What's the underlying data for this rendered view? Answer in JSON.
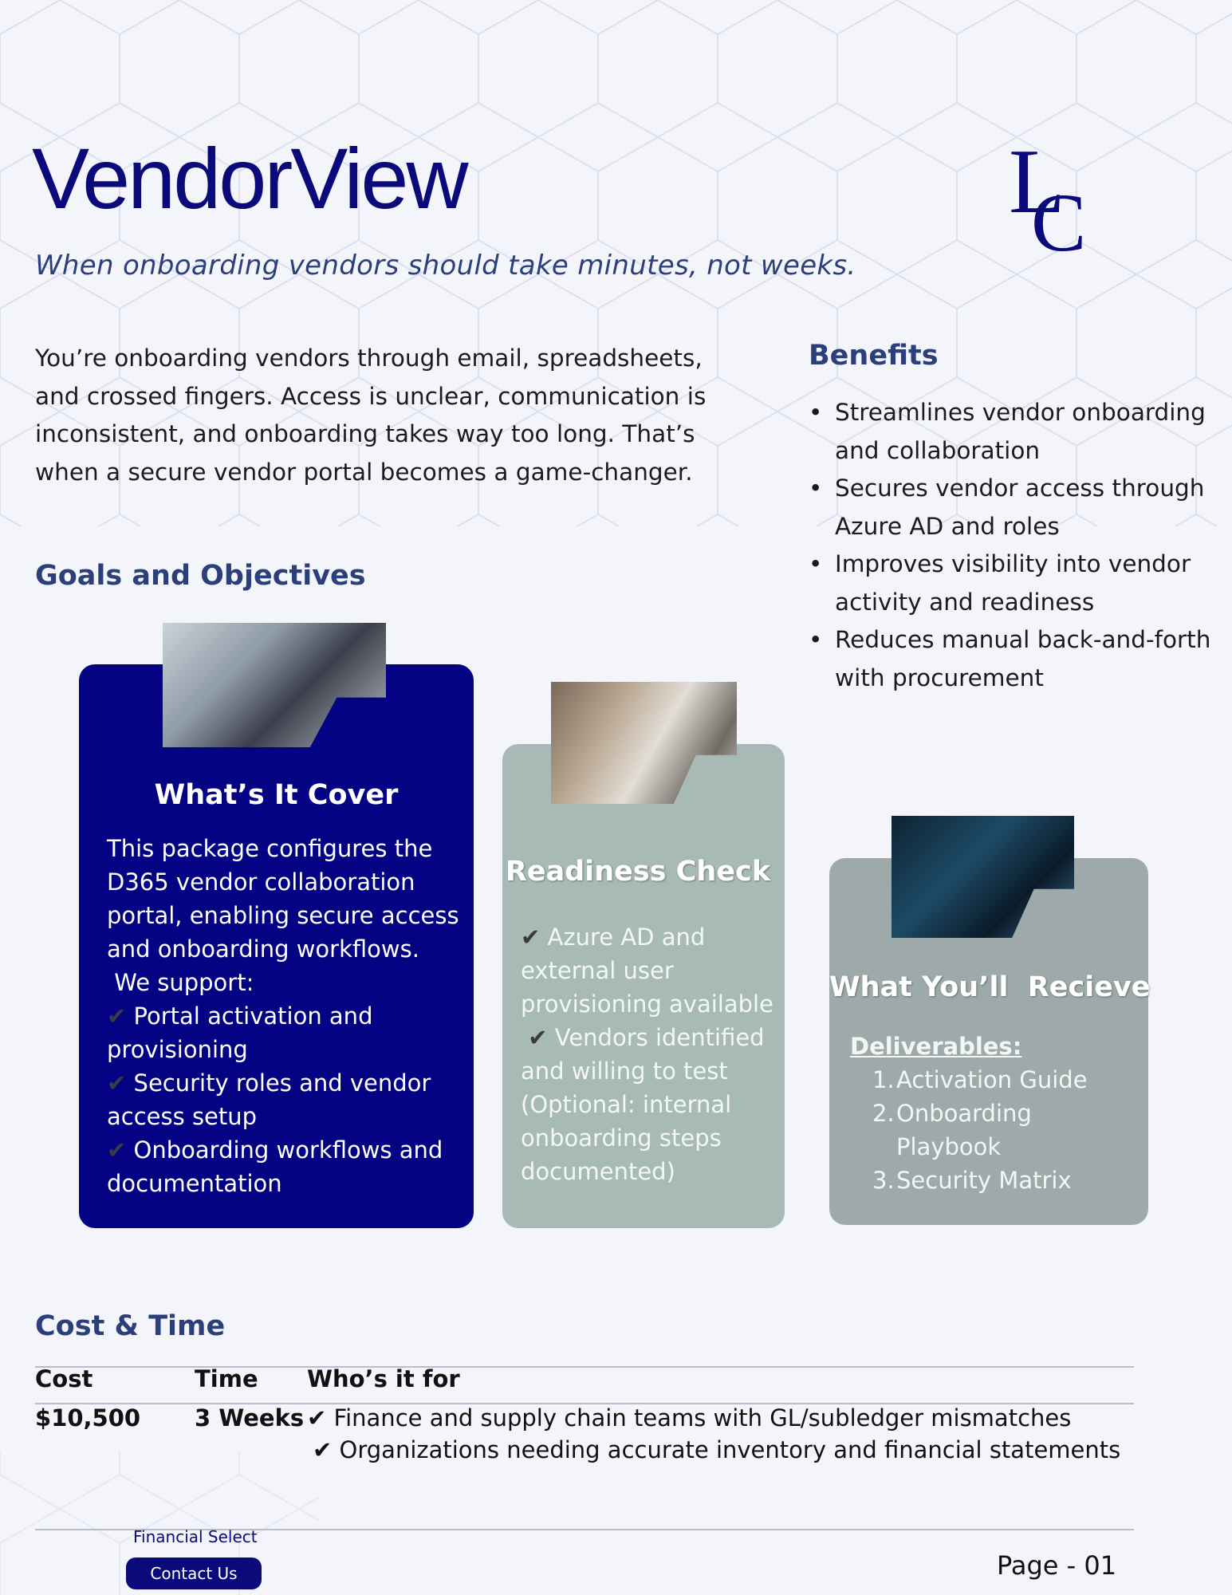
{
  "document": {
    "title": "VendorView",
    "subtitle": "When onboarding vendors should take minutes, not weeks.",
    "intro": "You’re onboarding vendors through email, spreadsheets, and crossed fingers. Access is unclear, communication is inconsistent, and onboarding takes way too long. That’s when a secure vendor portal becomes a game-changer."
  },
  "logo": {
    "text": "LC",
    "color": "#0a0a7a"
  },
  "benefits": {
    "heading": "Benefits",
    "items": [
      "Streamlines vendor onboarding and collaboration",
      "Secures vendor access through Azure AD and roles",
      "Improves visibility into vendor activity and readiness",
      "Reduces manual back-and-forth with procurement"
    ]
  },
  "goals": {
    "heading": "Goals and Objectives"
  },
  "cards": {
    "cover": {
      "title": "What’s It Cover",
      "intro": "This package configures the D365 vendor collaboration portal, enabling secure access and onboarding workflows.",
      "support": " We support:",
      "items": [
        "Portal activation and provisioning",
        "Security roles and vendor access setup",
        "Onboarding workflows and documentation"
      ],
      "color": "#030383"
    },
    "readiness": {
      "title": "Readiness Check",
      "items": [
        "Azure AD and external user provisioning available",
        "Vendors identified and willing to test"
      ],
      "optional": " (Optional: internal onboarding steps documented)",
      "color": "#a7bab6"
    },
    "receive": {
      "title": "What You’ll  Recieve",
      "deliverables_heading": "Deliverables:",
      "deliverables": [
        "Activation Guide",
        "Onboarding Playbook",
        "Security Matrix"
      ],
      "color": "#9eaaaa"
    }
  },
  "check_mark": "✔",
  "cost_time": {
    "heading": "Cost & Time",
    "columns": [
      "Cost",
      "Time",
      "Who’s it for"
    ],
    "cost": "$10,500",
    "time": "3 Weeks",
    "who": [
      "Finance and supply chain teams with GL/subledger mismatches",
      "Organizations needing accurate inventory and financial statements"
    ]
  },
  "footer": {
    "label": "Financial Select",
    "button": "Contact Us",
    "page": "Page - 01"
  }
}
